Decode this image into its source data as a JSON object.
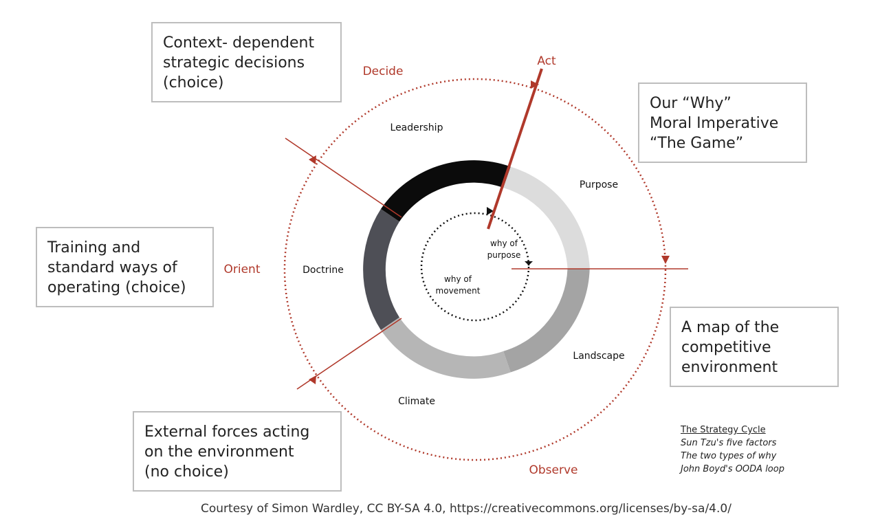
{
  "boxes": {
    "decide": [
      "Context- dependent",
      "strategic decisions",
      "(choice)"
    ],
    "why": [
      "Our “Why”",
      "Moral Imperative",
      "“The Game”"
    ],
    "orient": [
      "Training and",
      "standard ways of",
      "operating (choice)"
    ],
    "map": [
      "A map of the",
      "competitive",
      "environment"
    ],
    "forces": [
      "External forces acting",
      "on the environment",
      "(no choice)"
    ]
  },
  "ooda": {
    "act": "Act",
    "decide": "Decide",
    "orient": "Orient",
    "observe": "Observe"
  },
  "factors": {
    "leadership": "Leadership",
    "purpose": "Purpose",
    "doctrine": "Doctrine",
    "landscape": "Landscape",
    "climate": "Climate"
  },
  "whys": {
    "purpose": [
      "why of",
      "purpose"
    ],
    "movement": [
      "why of",
      "movement"
    ]
  },
  "legend": {
    "title": "The Strategy Cycle",
    "lines": [
      "Sun Tzu's five factors",
      "The two types of why",
      "John Boyd's OODA loop"
    ]
  },
  "credit": "Courtesy of Simon Wardley, CC BY-SA 4.0, https://creativecommons.org/licenses/by-sa/4.0/",
  "colors": {
    "accent": "#b0392b",
    "leadership": "#0b0b0b",
    "purpose": "#dcdcdc",
    "landscape": "#a4a4a4",
    "climate": "#b6b6b6",
    "doctrine": "#4e4f56"
  }
}
